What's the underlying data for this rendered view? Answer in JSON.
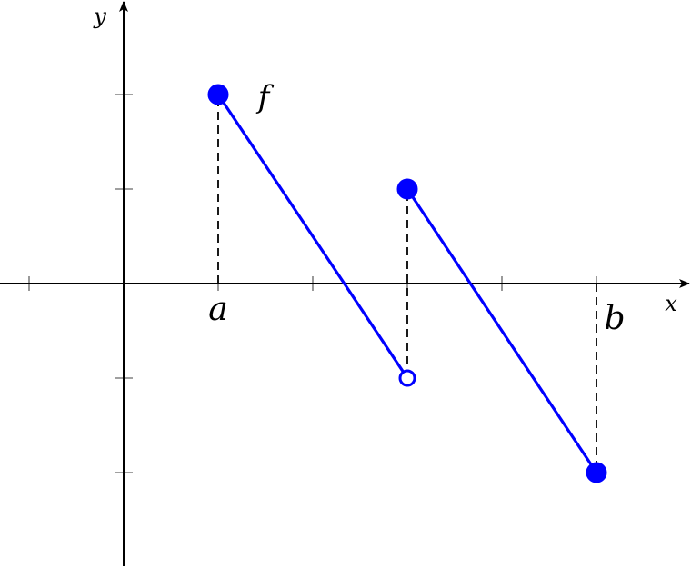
{
  "chart_data": {
    "type": "line",
    "title": "",
    "xlabel": "x",
    "ylabel": "y",
    "xlim": [
      -1,
      6
    ],
    "ylim": [
      -3,
      3
    ],
    "grid": false,
    "function_label": "f",
    "series_color": "#0000ff",
    "x_tick_values": [
      -1,
      1,
      2,
      3,
      4,
      5
    ],
    "y_tick_values": [
      -2,
      -1,
      1,
      2
    ],
    "x_tick_labels": [
      {
        "x": 1,
        "text": "a"
      },
      {
        "x": 5,
        "text": "b"
      }
    ],
    "segments": [
      {
        "x": [
          1,
          3
        ],
        "y": [
          2,
          -1
        ],
        "start_closed": true,
        "end_closed": false
      },
      {
        "x": [
          3,
          5
        ],
        "y": [
          1,
          -2
        ],
        "start_closed": true,
        "end_closed": true
      }
    ],
    "dashed_guides": [
      {
        "x": 1,
        "y_from": 0,
        "y_to": 2
      },
      {
        "x": 3,
        "y_from": -1,
        "y_to": 1
      },
      {
        "x": 5,
        "y_from": 0,
        "y_to": -2
      }
    ]
  }
}
